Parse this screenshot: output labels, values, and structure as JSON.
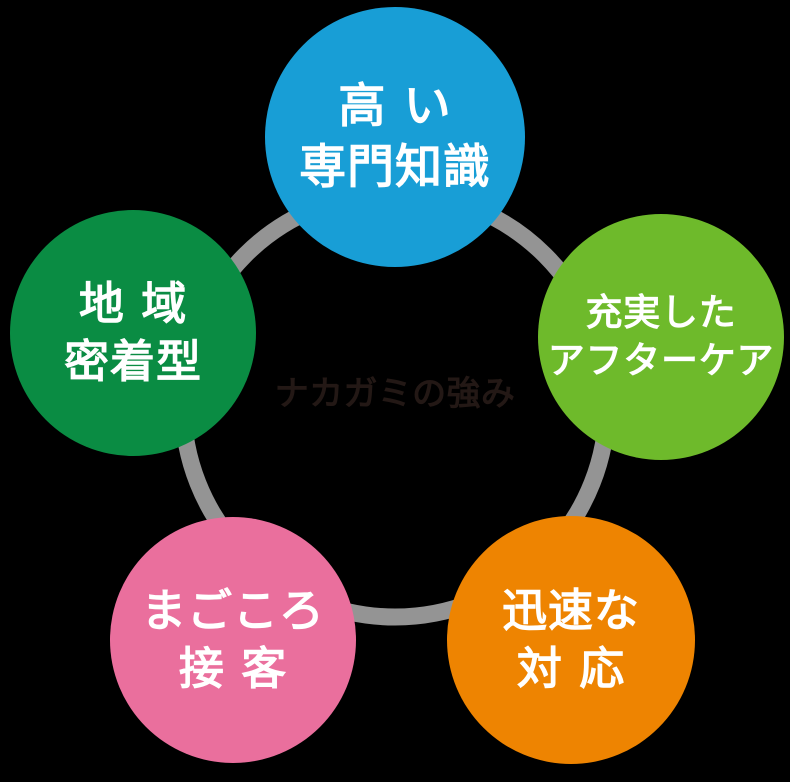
{
  "background_color": "#000000",
  "title": {
    "text": "ナカガミの強み",
    "color": "#231815"
  },
  "ring": {
    "color": "#949494"
  },
  "text_color": "#FFFFFF",
  "nodes": [
    {
      "id": "high-expertise",
      "line1": "高 い",
      "line2": "専門知識",
      "color": "#189ED6",
      "position": "top"
    },
    {
      "id": "aftercare",
      "line1": "充実した",
      "line2": "アフターケア",
      "color": "#6EBA2B",
      "position": "right"
    },
    {
      "id": "community-based",
      "line1": "地 域",
      "line2": "密着型",
      "color": "#0A8C43",
      "position": "left"
    },
    {
      "id": "heartfelt-service",
      "line1": "まごころ",
      "line2": "接 客",
      "color": "#EA6F9D",
      "position": "bottom-left"
    },
    {
      "id": "quick-response",
      "line1": "迅速な",
      "line2": "対 応",
      "color": "#EE8401",
      "position": "bottom-right"
    }
  ]
}
